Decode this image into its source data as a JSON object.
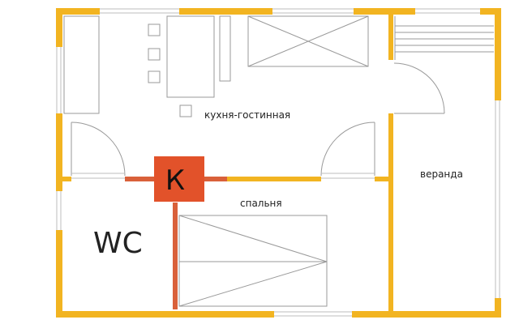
{
  "rooms": {
    "kitchen_living": "кухня-гостинная",
    "veranda": "веранда",
    "bedroom": "спальня",
    "wc": "WC"
  },
  "stove": {
    "label": "К"
  },
  "colors": {
    "wall": "#F2B421",
    "stove": "#E2522A",
    "stove_pipe": "#D9603A",
    "line": "#9A9A9A",
    "window": "#C8C8C8"
  }
}
